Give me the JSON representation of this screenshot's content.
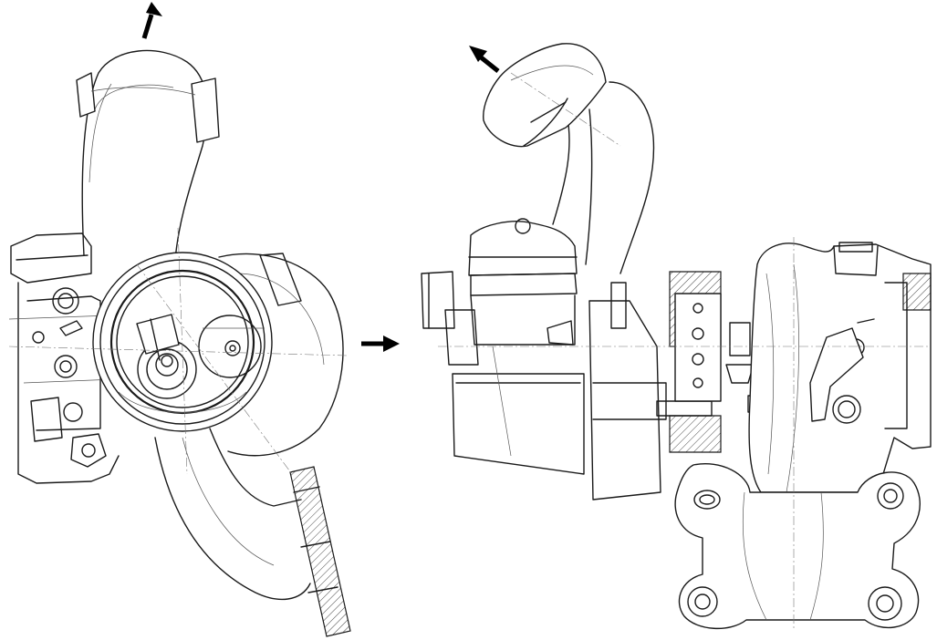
{
  "figure": {
    "colors": {
      "line": "#1a1a1a",
      "background": "#ffffff",
      "centerline": "#777777"
    },
    "views": [
      {
        "id": "end-view",
        "label": ""
      },
      {
        "id": "side-view",
        "label": ""
      }
    ],
    "arrows": [
      {
        "id": "outlet-arrow-left",
        "direction": "up"
      },
      {
        "id": "outlet-arrow-right",
        "direction": "up-left"
      },
      {
        "id": "view-transition-arrow",
        "direction": "right"
      }
    ]
  }
}
